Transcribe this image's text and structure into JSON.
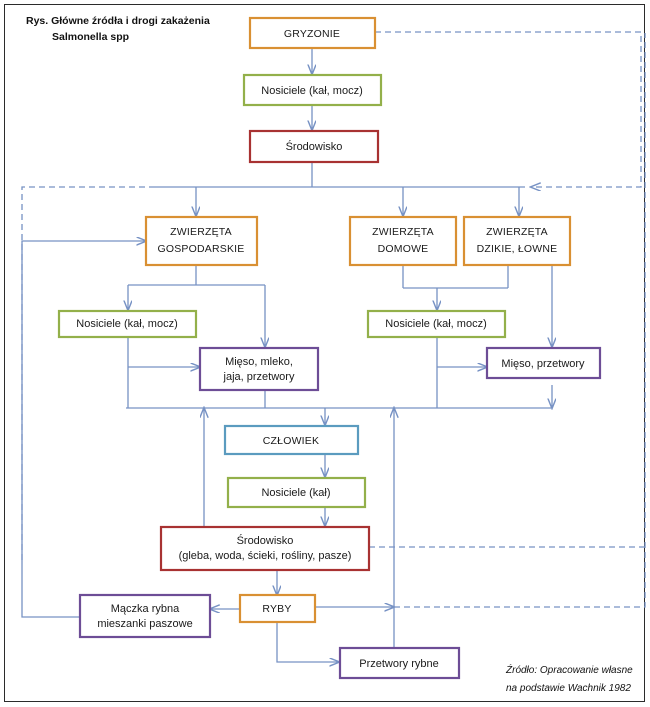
{
  "figure": {
    "title_line1": "Rys. Główne źródła i drogi zakażenia",
    "title_line2": "Salmonella spp",
    "source_line1": "Źródło:  Opracowanie  własne",
    "source_line2": "na podstawie Wachnik 1982"
  },
  "colors": {
    "orange": "#d99033",
    "olive": "#93b04a",
    "darkred": "#a83232",
    "purple": "#6d4d96",
    "blue": "#5b9bbf",
    "connector": "#7792c4",
    "frame": "#2b2b2b",
    "text": "#1a1a1a",
    "background": "#ffffff"
  },
  "nodes": [
    {
      "id": "gryzonie",
      "label": "GRYZONIE",
      "color_key": "orange",
      "lines": [
        "GRYZONIE"
      ]
    },
    {
      "id": "nos-gryz",
      "label": "Nosiciele (kał, mocz)",
      "color_key": "olive",
      "lines": [
        "Nosiciele (kał, mocz)"
      ]
    },
    {
      "id": "srodowisko-top",
      "label": "Środowisko",
      "color_key": "darkred",
      "lines": [
        "Środowisko"
      ]
    },
    {
      "id": "zw-gosp",
      "label": "ZWIERZĘTA GOSPODARSKIE",
      "color_key": "orange",
      "lines": [
        "ZWIERZĘTA",
        "GOSPODARSKIE"
      ]
    },
    {
      "id": "zw-dom",
      "label": "ZWIERZĘTA DOMOWE",
      "color_key": "orange",
      "lines": [
        "ZWIERZĘTA",
        "DOMOWE"
      ]
    },
    {
      "id": "zw-dzik",
      "label": "ZWIERZĘTA DZIKIE, ŁOWNE",
      "color_key": "orange",
      "lines": [
        "ZWIERZĘTA",
        "DZIKIE, ŁOWNE"
      ]
    },
    {
      "id": "nos-gosp",
      "label": "Nosiciele (kał, mocz)",
      "color_key": "olive",
      "lines": [
        "Nosiciele (kał, mocz)"
      ]
    },
    {
      "id": "nos-dom",
      "label": "Nosiciele (kał, mocz)",
      "color_key": "olive",
      "lines": [
        "Nosiciele (kał, mocz)"
      ]
    },
    {
      "id": "mieso-mleko",
      "label": "Mięso, mleko, jaja, przetwory",
      "color_key": "purple",
      "lines": [
        "Mięso, mleko,",
        "jaja, przetwory"
      ]
    },
    {
      "id": "mieso-przetwory",
      "label": "Mięso, przetwory",
      "color_key": "purple",
      "lines": [
        "Mięso, przetwory"
      ]
    },
    {
      "id": "czlowiek",
      "label": "CZŁOWIEK",
      "color_key": "blue",
      "lines": [
        "CZŁOWIEK"
      ]
    },
    {
      "id": "nos-czl",
      "label": "Nosiciele (kał)",
      "color_key": "olive",
      "lines": [
        "Nosiciele (kał)"
      ]
    },
    {
      "id": "srodowisko-bot",
      "label": "Środowisko (gleba, woda, ścieki, rośliny, pasze)",
      "color_key": "darkred",
      "lines": [
        "Środowisko",
        "(gleba, woda, ścieki, rośliny, pasze)"
      ]
    },
    {
      "id": "maczka",
      "label": "Mączka rybna mieszanki paszowe",
      "color_key": "purple",
      "lines": [
        "Mączka rybna",
        "mieszanki paszowe"
      ]
    },
    {
      "id": "ryby",
      "label": "RYBY",
      "color_key": "orange",
      "lines": [
        "RYBY"
      ]
    },
    {
      "id": "przetwory-rybne",
      "label": "Przetwory rybne",
      "color_key": "purple",
      "lines": [
        "Przetwory rybne"
      ]
    }
  ]
}
